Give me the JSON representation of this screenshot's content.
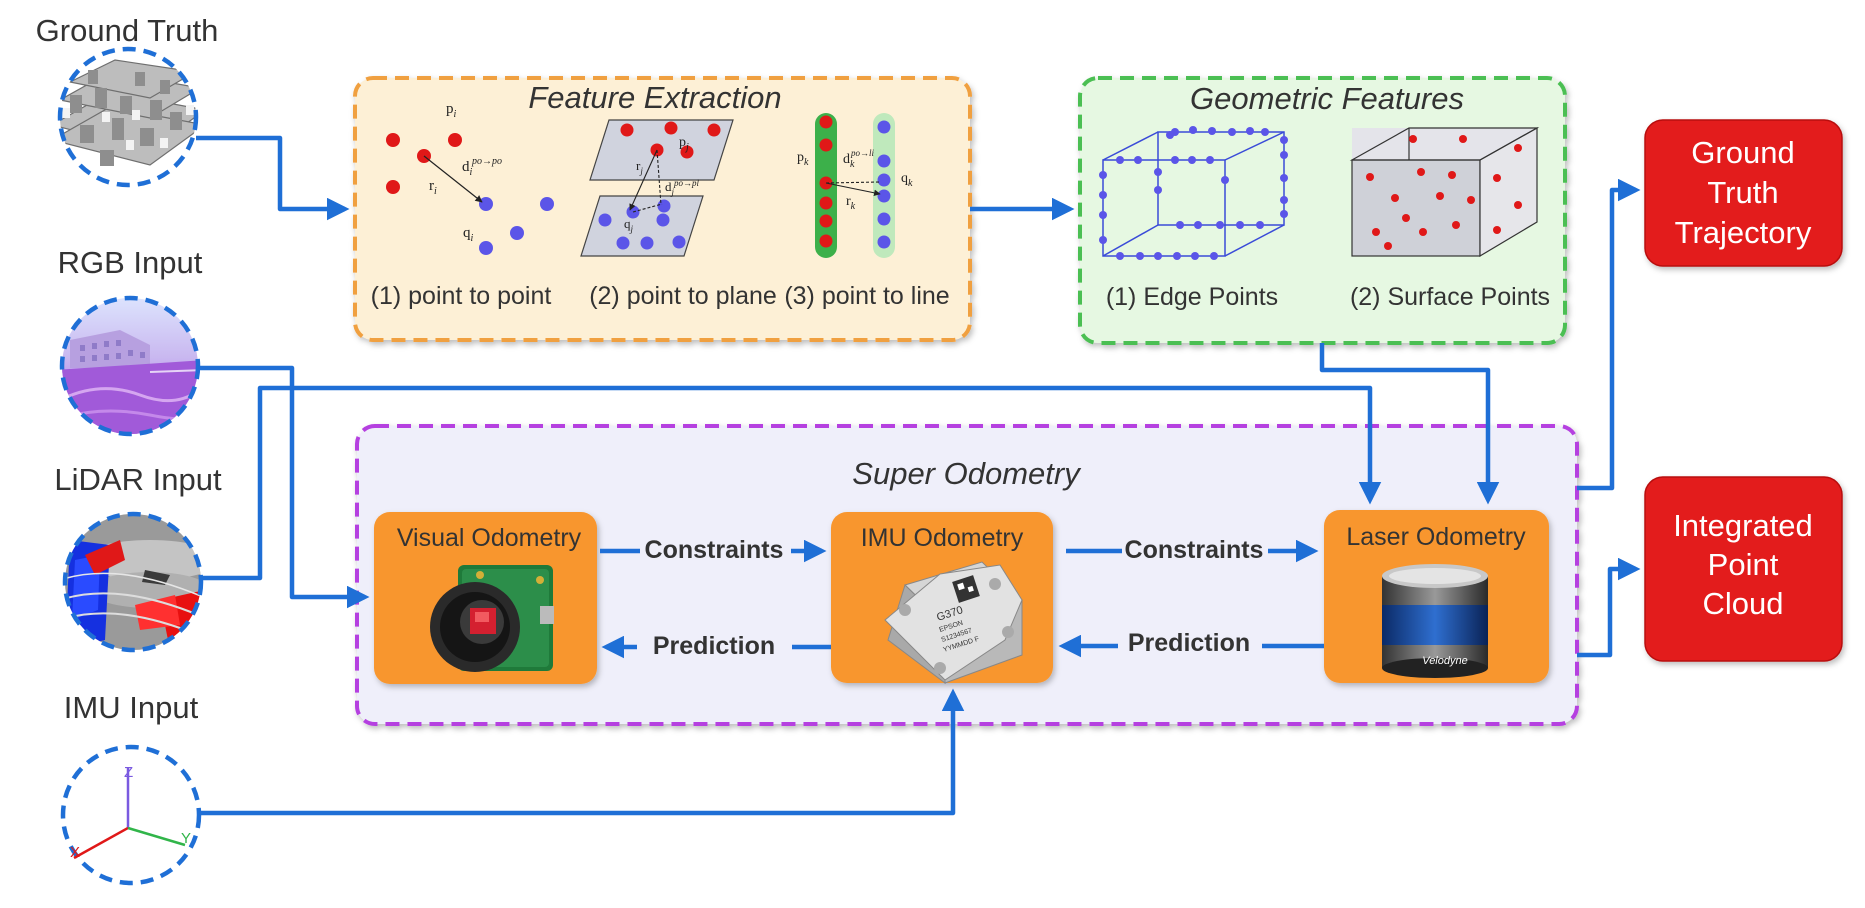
{
  "inputs": {
    "ground_truth": "Ground Truth",
    "rgb": "RGB Input",
    "lidar": "LiDAR Input",
    "imu": "IMU Input"
  },
  "axes": {
    "x": "X",
    "y": "Y",
    "z": "Z"
  },
  "feature_extraction": {
    "title": "Feature Extraction",
    "captions": [
      "(1) point to point",
      "(2) point to plane",
      "(3) point to line"
    ],
    "symbols": {
      "p_i": "p",
      "p_i_sub": "i",
      "r_i": "r",
      "r_i_sub": "i",
      "d_i": "d",
      "d_i_sub": "i",
      "d_i_sup": "po→po",
      "q_i": "q",
      "q_i_sub": "i",
      "p_j": "p",
      "p_j_sub": "j",
      "r_j": "r",
      "r_j_sub": "j",
      "d_j": "d",
      "d_j_sub": "j",
      "d_j_sup": "po→pl",
      "q_j": "q",
      "q_j_sub": "j",
      "p_k": "p",
      "p_k_sub": "k",
      "r_k": "r",
      "r_k_sub": "k",
      "d_k": "d",
      "d_k_sub": "k",
      "d_k_sup": "po→li",
      "q_k": "q",
      "q_k_sub": "k"
    }
  },
  "geometric_features": {
    "title": "Geometric Features",
    "captions": [
      "(1) Edge Points",
      "(2) Surface Points"
    ]
  },
  "outputs": {
    "trajectory": [
      "Ground",
      "Truth",
      "Trajectory"
    ],
    "point_cloud": [
      "Integrated",
      "Point",
      "Cloud"
    ]
  },
  "super_odometry": {
    "title": "Super Odometry",
    "visual": "Visual Odometry",
    "imu": "IMU Odometry",
    "laser": "Laser Odometry",
    "constraints": "Constraints",
    "prediction": "Prediction",
    "imu_chip": [
      "G370",
      "EPSON",
      "S1234567",
      "YYMMDD F"
    ],
    "lidar_brand": "Velodyne"
  },
  "colors": {
    "arrow": "#1f6fd6",
    "feature_bg": "#fdf0d6",
    "feature_border": "#f0a040",
    "geo_bg": "#e6f8e2",
    "geo_border": "#4bbf52",
    "super_bg": "#efeffa",
    "super_border": "#b540e0",
    "odom_box": "#f8962e",
    "output_box": "#e31b1b",
    "red_point": "#e01818",
    "blue_point": "#5b55e8"
  }
}
